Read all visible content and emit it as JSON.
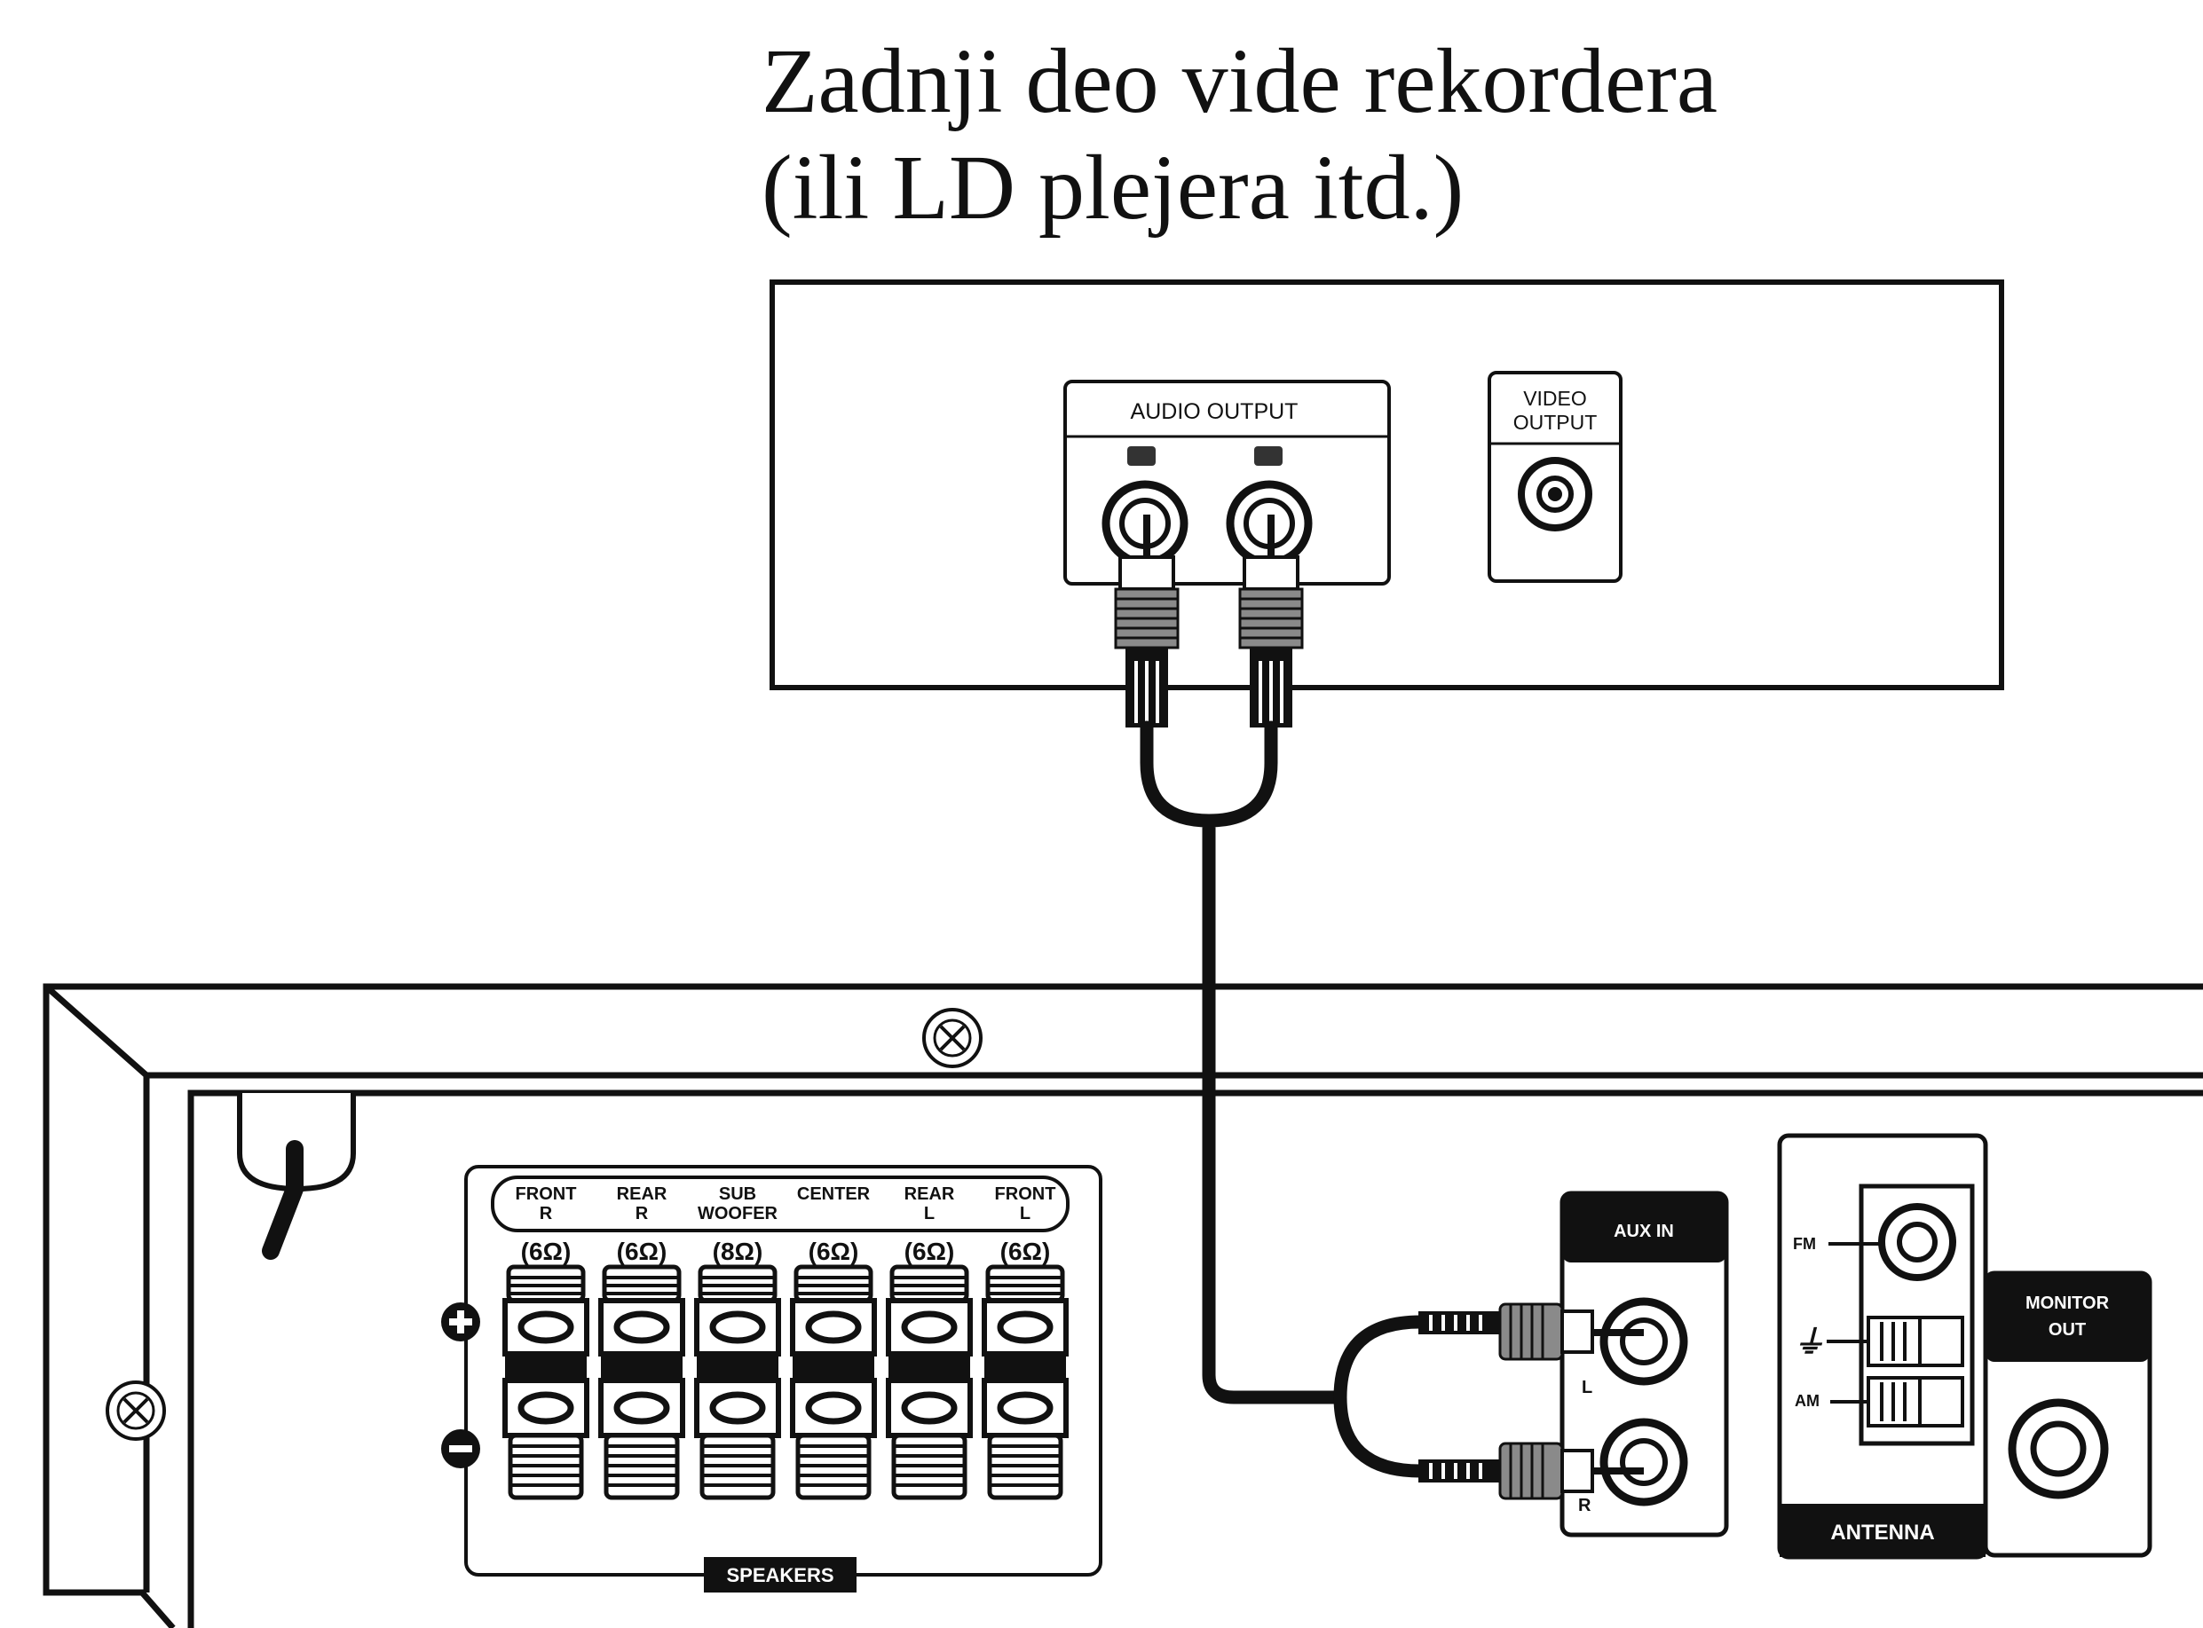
{
  "title": {
    "line1": "Zadnji deo vide rekordera",
    "line2": "(ili LD plejera itd.)"
  },
  "vcr": {
    "audio_output_label": "AUDIO OUTPUT",
    "video_output_label_1": "VIDEO",
    "video_output_label_2": "OUTPUT"
  },
  "receiver": {
    "speaker_columns": [
      {
        "top": "FRONT",
        "bottom": "R",
        "impedance": "(6Ω)"
      },
      {
        "top": "REAR",
        "bottom": "R",
        "impedance": "(6Ω)"
      },
      {
        "top": "SUB",
        "bottom": "WOOFER",
        "impedance": "(8Ω)"
      },
      {
        "top": "CENTER",
        "bottom": "",
        "impedance": "(6Ω)"
      },
      {
        "top": "REAR",
        "bottom": "L",
        "impedance": "(6Ω)"
      },
      {
        "top": "FRONT",
        "bottom": "L",
        "impedance": "(6Ω)"
      }
    ],
    "speakers_label": "SPEAKERS",
    "aux_in_label": "AUX IN",
    "aux_l": "L",
    "aux_r": "R",
    "fm_label": "FM",
    "am_label": "AM",
    "antenna_label": "ANTENNA",
    "monitor_out_1": "MONITOR",
    "monitor_out_2": "OUT"
  },
  "colors": {
    "ink": "#111111",
    "background": "#ffffff",
    "plug_grey": "#8a8a8a"
  }
}
